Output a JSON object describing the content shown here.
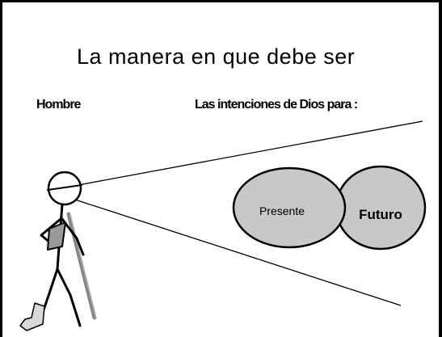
{
  "title": "La manera en que debe ser",
  "labels": {
    "man": "Hombre",
    "intentions": "Las intenciones de Dios para :"
  },
  "ovals": {
    "present": "Presente",
    "future": "Futuro"
  },
  "colors": {
    "oval_fill": "#c8c8c8",
    "line": "#000000",
    "staff": "#888888",
    "background": "#ffffff"
  }
}
